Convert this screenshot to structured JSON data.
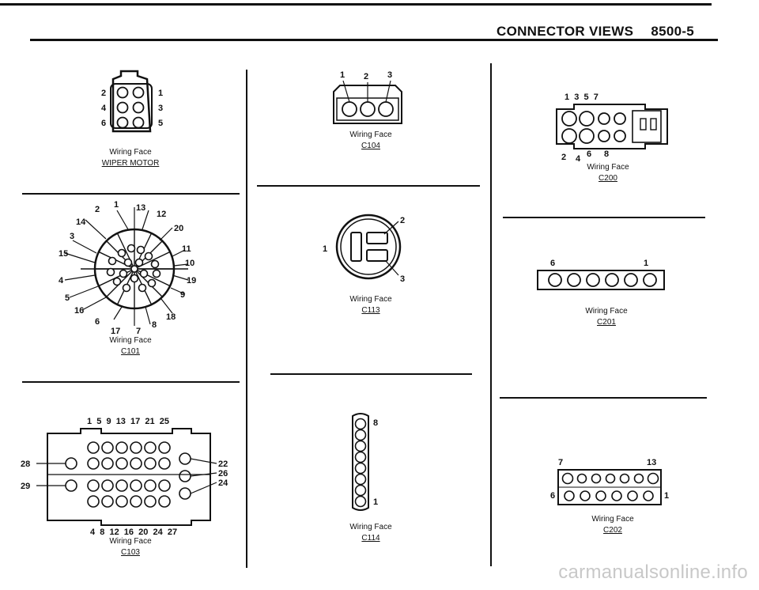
{
  "header": {
    "title": "CONNECTOR VIEWS",
    "page": "8500-5"
  },
  "wiper": {
    "face": "Wiring Face",
    "code": "WIPER MOTOR",
    "pins": [
      "2",
      "1",
      "4",
      "3",
      "6",
      "5"
    ]
  },
  "c101": {
    "face": "Wiring Face",
    "code": "C101",
    "pins": [
      "1",
      "13",
      "12",
      "2",
      "14",
      "20",
      "3",
      "11",
      "15",
      "10",
      "4",
      "19",
      "5",
      "9",
      "16",
      "18",
      "6",
      "17",
      "7",
      "8"
    ]
  },
  "c103": {
    "face": "Wiring Face",
    "code": "C103",
    "top": "1  5  9  13  17  21  25",
    "bottom": "4  8  12  16  20  24  27",
    "left": [
      "28",
      "29"
    ],
    "right": [
      "22",
      "26",
      "24"
    ]
  },
  "c104": {
    "face": "Wiring Face",
    "code": "C104",
    "pins": [
      "1",
      "2",
      "3"
    ]
  },
  "c113": {
    "face": "Wiring Face",
    "code": "C113",
    "pins": [
      "1",
      "2",
      "3"
    ]
  },
  "c114": {
    "face": "Wiring Face",
    "code": "C114",
    "pins": [
      "8",
      "1"
    ]
  },
  "c200": {
    "face": "Wiring Face",
    "code": "C200",
    "top": "1  3  5  7",
    "bottom": [
      "2",
      "4",
      "6",
      "8"
    ]
  },
  "c201": {
    "face": "Wiring Face",
    "code": "C201",
    "pins": [
      "6",
      "1"
    ]
  },
  "c202": {
    "face": "Wiring Face",
    "code": "C202",
    "pins": [
      "7",
      "13",
      "6",
      "1"
    ]
  },
  "watermark": "carmanualsonline.info"
}
